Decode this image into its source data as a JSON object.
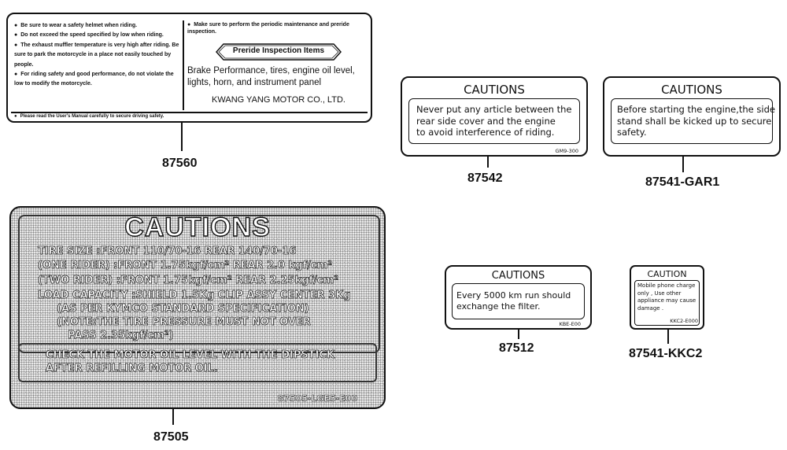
{
  "labels": {
    "l87560": {
      "part_number": "87560",
      "left_items": [
        "Be sure to wear a safety helmet when riding.",
        "Do not exceed  the speed specified by low when riding.",
        "The exhaust muffler temperature is very high after riding. Be sure to park the motorcycle in a place not easily touched by people.",
        "For riding safety and good performance, do not violate the low to modify the motorcycle."
      ],
      "footer": "Please read the User's Manual carefully to secure driving safety.",
      "maintenance": "Make sure to perform the periodic maintenance and preride inspection.",
      "banner": "Preride Inspection Items",
      "items_text": "Brake Performance, tires, engine oil level, lights, horn, and instrument panel",
      "company": "KWANG YANG MOTOR CO., LTD."
    },
    "l87542": {
      "part_number": "87542",
      "title": "CAUTIONS",
      "lines": [
        "Never put any article between the",
        "rear side cover and the engine",
        "to avoid interference of riding."
      ],
      "code": "GM9-300"
    },
    "l87541g": {
      "part_number": "87541-GAR1",
      "title": "CAUTIONS",
      "lines": [
        "Before starting the engine,the side",
        "stand shall be kicked up to secure",
        "safety."
      ]
    },
    "l87505": {
      "part_number": "87505",
      "title": "CAUTIONS",
      "rows": [
        "TIRE SIZE :FRONT  110/70-16     REAR  140/70-16",
        "(ONE RIDER) :FRONT  1.75kgf/cm²     REAR  2.0  kgf/cm²",
        "(TWO RIDER) :FRONT  1.75kgf/cm²     REAR  2.25kgf/cm²",
        "LOAD CAPACITY :SHIELD 1.5Kg   CLIP ASSY CENTER 3Kg",
        "(AS PER KYMCO STANDARD SPECIFICATION)",
        "(NOTE:THE TIRE PRESSURE MUST NOT OVER",
        "PASS 2.35kgf/cm²)"
      ],
      "oil_lines": [
        "CHECK THE MOTOR OIL LEVEL WITH THE DIPSTICK",
        "AFTER REFILLING MOTOR OIL."
      ],
      "code": "87505-LGE5-E00"
    },
    "l87512": {
      "part_number": "87512",
      "title": "CAUTIONS",
      "lines": [
        "Every 5000 km run should",
        "exchange the filter."
      ],
      "code": "KBE-E00"
    },
    "l87541k": {
      "part_number": "87541-KKC2",
      "title": "CAUTION",
      "lines": [
        "Mobile phone charge",
        "only , Use other",
        "appliance may cause",
        "damage ."
      ],
      "code": "KKC2-E000"
    }
  }
}
